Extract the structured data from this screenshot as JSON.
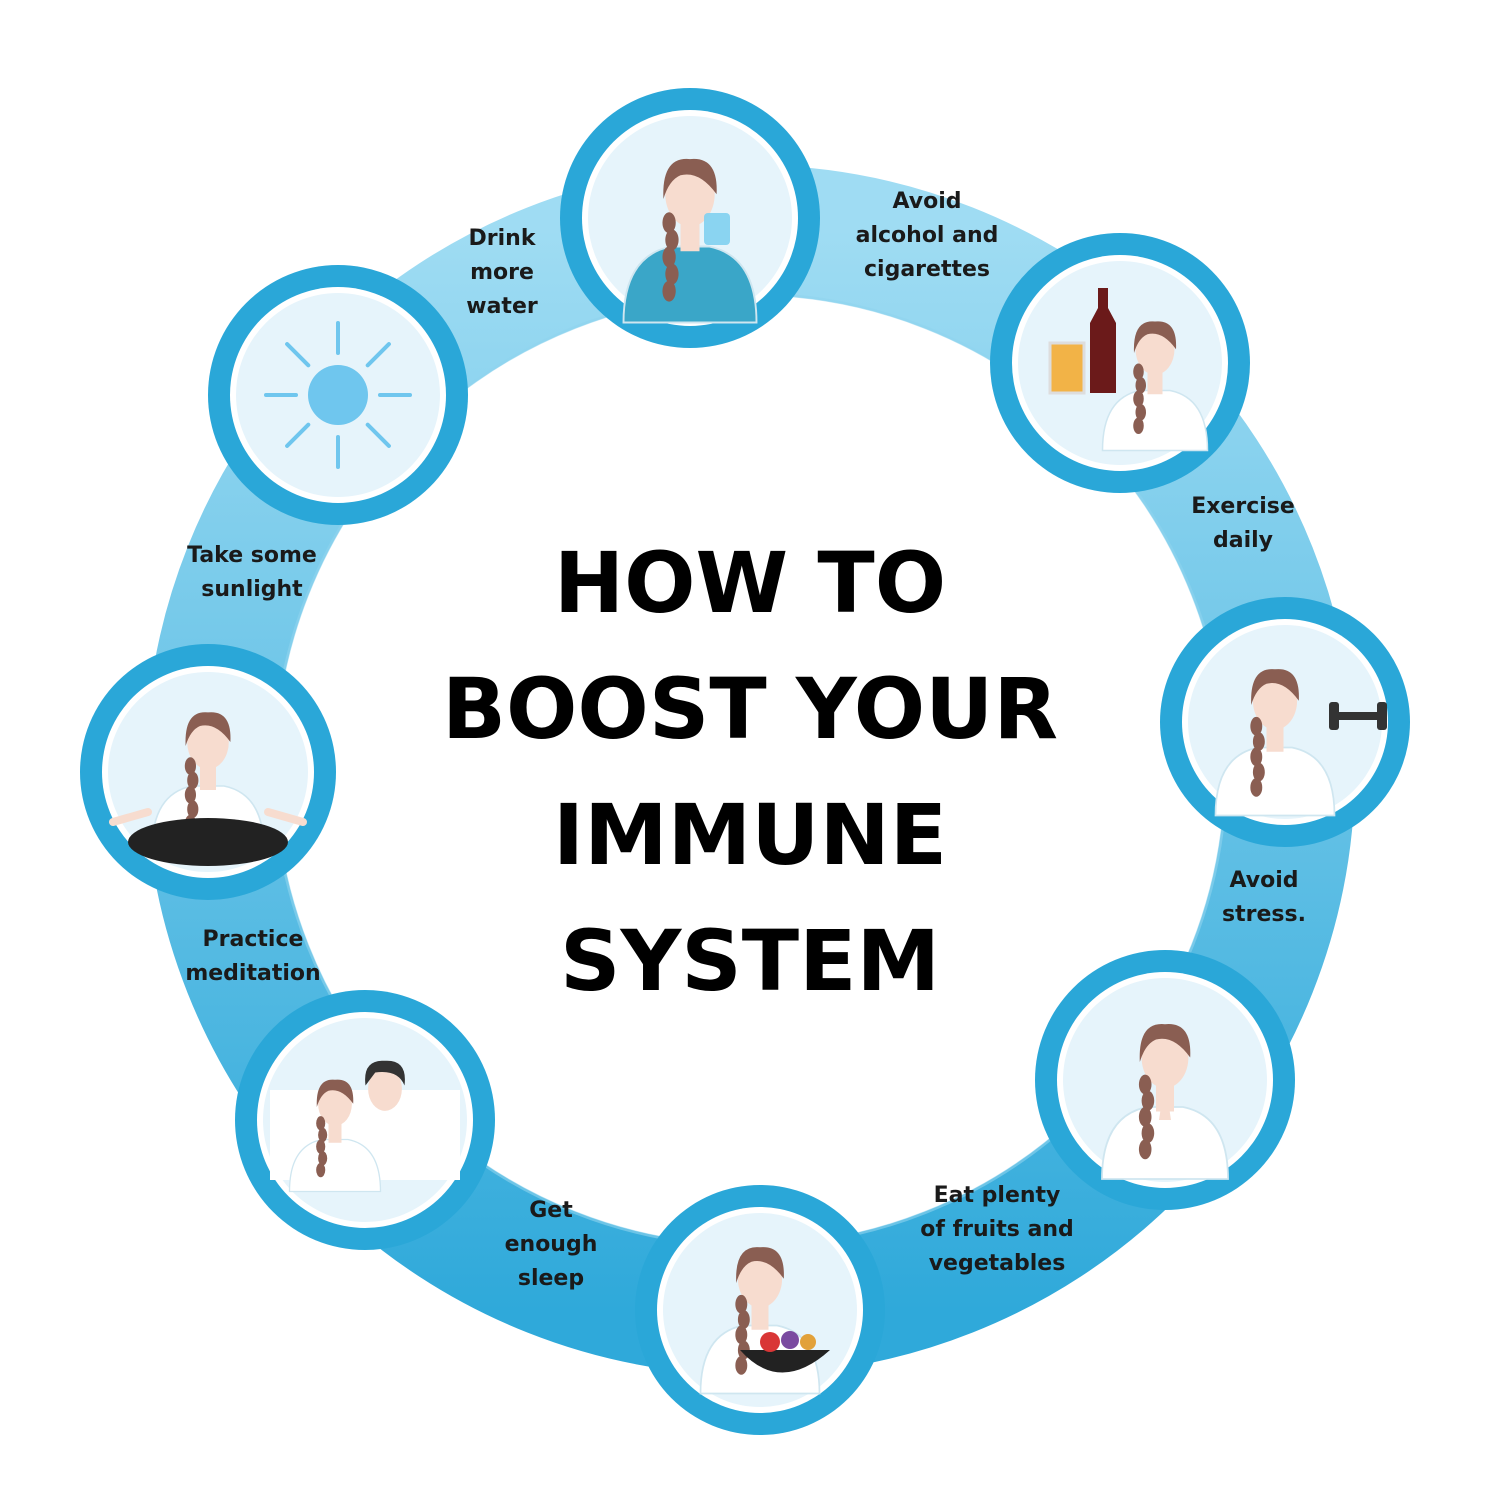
{
  "title": {
    "line1": "HOW TO",
    "line2": "BOOST YOUR",
    "line3": "IMMUNE",
    "line4": "SYSTEM"
  },
  "colors": {
    "ring": "#3ab0dd",
    "ring_light": "#7fd0ef",
    "node_outer": "#2aa7d8",
    "node_inner": "#e6f4fb",
    "skin": "#f7dccf",
    "hair": "#8a5e52",
    "shirt": "#3aa6c8",
    "white_shirt": "#ffffff",
    "sun": "#6fc6ee",
    "text": "#1a1a1a"
  },
  "tips": [
    {
      "lines": [
        "Drink",
        "more",
        "water"
      ],
      "icon": "drinking-water-icon"
    },
    {
      "lines": [
        "Avoid",
        "alcohol and",
        "cigarettes"
      ],
      "icon": "no-alcohol-icon"
    },
    {
      "lines": [
        "Exercise",
        "daily"
      ],
      "icon": "dumbbell-exercise-icon"
    },
    {
      "lines": [
        "Avoid",
        "stress."
      ],
      "icon": "calm-hands-icon"
    },
    {
      "lines": [
        "Eat plenty",
        "of fruits and",
        "vegetables"
      ],
      "icon": "fruit-bowl-icon"
    },
    {
      "lines": [
        "Get",
        "enough",
        "sleep"
      ],
      "icon": "sleeping-icon"
    },
    {
      "lines": [
        "Practice",
        "meditation"
      ],
      "icon": "meditation-icon"
    },
    {
      "lines": [
        "Take some",
        "sunlight"
      ],
      "icon": "sun-icon"
    }
  ]
}
